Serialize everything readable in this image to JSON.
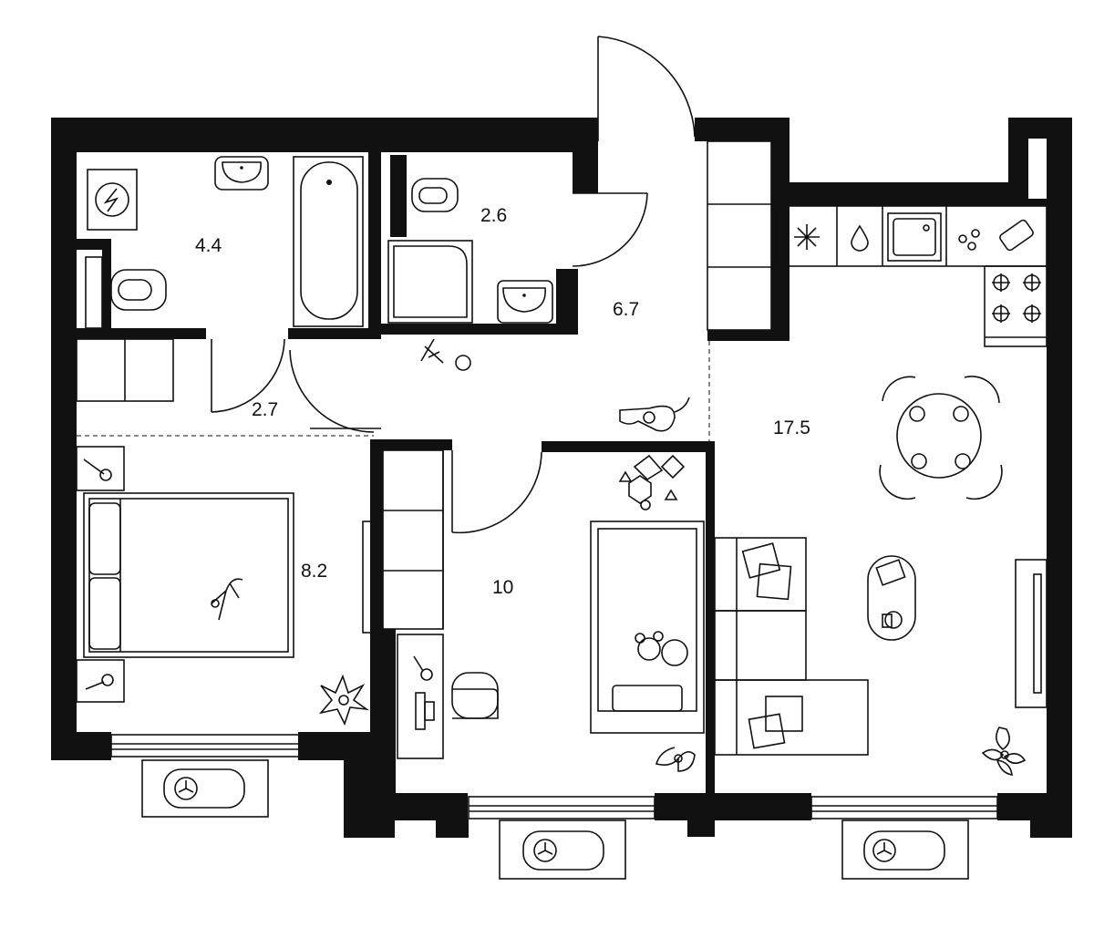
{
  "rooms": [
    {
      "id": "bathroom",
      "area": "4.4"
    },
    {
      "id": "wc",
      "area": "2.6"
    },
    {
      "id": "hall",
      "area": "6.7"
    },
    {
      "id": "corridor",
      "area": "2.7"
    },
    {
      "id": "bedroom",
      "area": "8.2"
    },
    {
      "id": "kids-room",
      "area": "10"
    },
    {
      "id": "kitchen-living",
      "area": "17.5"
    }
  ],
  "colors": {
    "wall": "#111111",
    "background": "#ffffff",
    "line": "#111111"
  },
  "icons": [
    "boiler-icon",
    "fridge-icon",
    "water-icon",
    "fan-icon",
    "plant-icon",
    "cat-icon",
    "dog-icon",
    "toy-airplane-icon",
    "ball-icon",
    "teddy-bear-icon",
    "toy-blocks-icon",
    "phone-icon"
  ]
}
